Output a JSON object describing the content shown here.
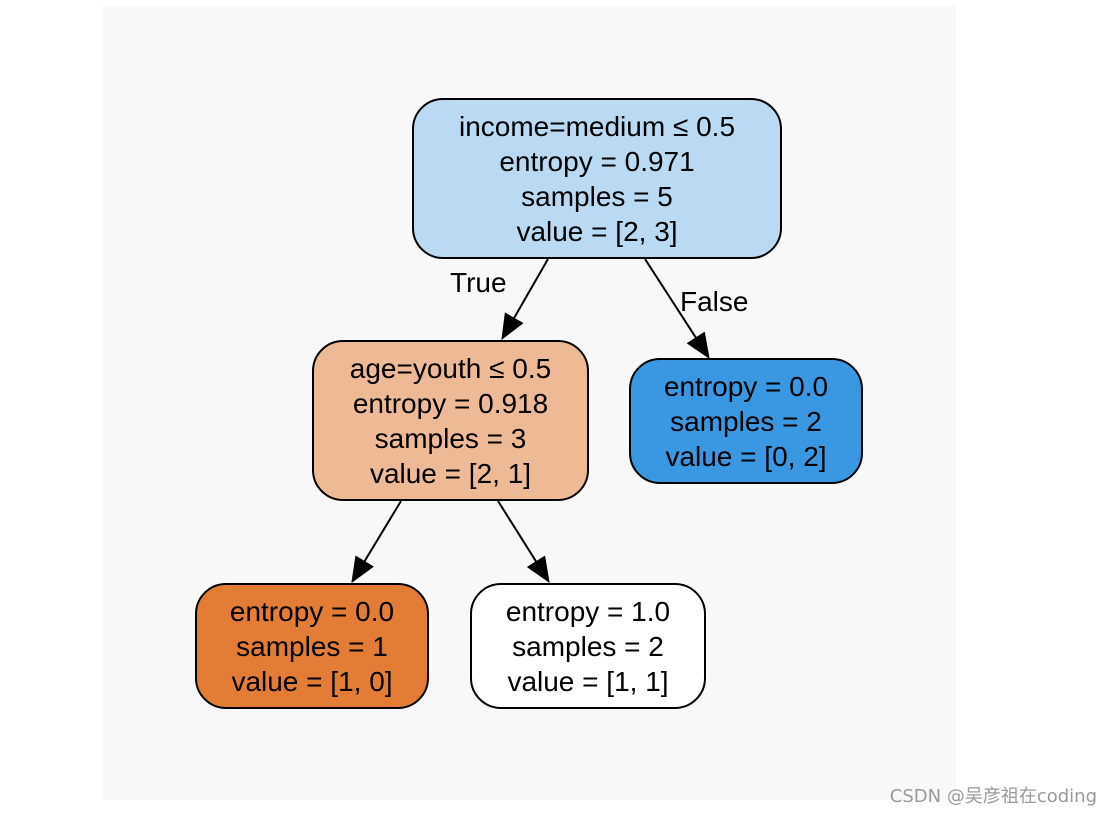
{
  "colors": {
    "background": "#f8f8f9",
    "stroke": "#000000"
  },
  "nodes": [
    {
      "id": "root",
      "lines": [
        "income=medium ≤ 0.5",
        "entropy = 0.971",
        "samples = 5",
        "value = [2, 3]"
      ],
      "fill": "#b9daf2"
    },
    {
      "id": "left",
      "lines": [
        "age=youth ≤ 0.5",
        "entropy = 0.918",
        "samples = 3",
        "value = [2, 1]"
      ],
      "fill": "#eeba95"
    },
    {
      "id": "right",
      "lines": [
        "entropy = 0.0",
        "samples = 2",
        "value = [0, 2]"
      ],
      "fill": "#3a98e2"
    },
    {
      "id": "leftleft",
      "lines": [
        "entropy = 0.0",
        "samples = 1",
        "value = [1, 0]"
      ],
      "fill": "#e37d36"
    },
    {
      "id": "leftright",
      "lines": [
        "entropy = 1.0",
        "samples = 2",
        "value = [1, 1]"
      ],
      "fill": "#ffffff"
    }
  ],
  "edges": [
    {
      "from": "root",
      "to": "left",
      "label": "True"
    },
    {
      "from": "root",
      "to": "right",
      "label": "False"
    },
    {
      "from": "left",
      "to": "leftleft",
      "label": ""
    },
    {
      "from": "left",
      "to": "leftright",
      "label": ""
    }
  ],
  "watermark": "CSDN @吴彦祖在coding"
}
